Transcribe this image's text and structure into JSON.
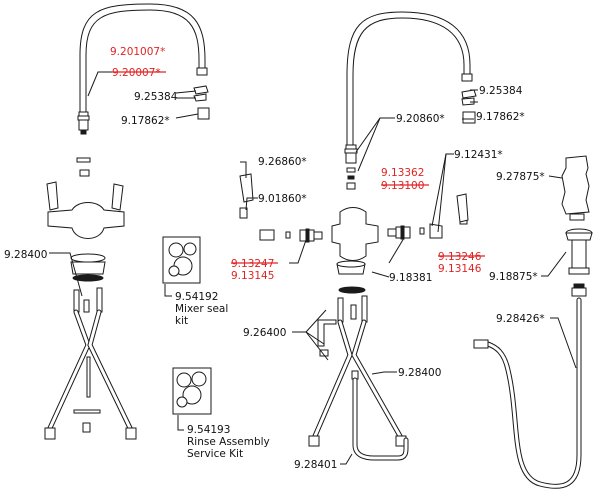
{
  "labels": {
    "p9_201007": "9.201007*",
    "p9_20007": "9.20007*",
    "p9_25384_l": "9.25384",
    "p9_17862_l": "9.17862*",
    "p9_28400_l": "9.28400",
    "p9_54192": "9.54192",
    "mixer_seal_1": "Mixer seal",
    "mixer_seal_2": "kit",
    "p9_54193": "9.54193",
    "rinse_1": "Rinse Assembly",
    "rinse_2": "Service Kit",
    "p9_26860": "9.26860*",
    "p9_01860": "9.01860*",
    "p9_13247": "9.13247",
    "p9_13145": "9.13145",
    "p9_20860": "9.20860*",
    "p9_25384_r": "9.25384",
    "p9_17862_r": "9.17862*",
    "p9_13362": "9.13362",
    "p9_13100": "9.13100",
    "p9_12431": "9.12431*",
    "p9_13246": "9.13246",
    "p9_13146": "9.13146",
    "p9_18381": "9.18381",
    "p9_26400": "9.26400",
    "p9_28400_r": "9.28400",
    "p9_28401": "9.28401",
    "p9_27875": "9.27875*",
    "p9_18875": "9.18875*",
    "p9_28426": "9.28426*"
  },
  "colors": {
    "ink": "#1a1a1a",
    "revision_red": "#e02424",
    "background": "#ffffff"
  }
}
